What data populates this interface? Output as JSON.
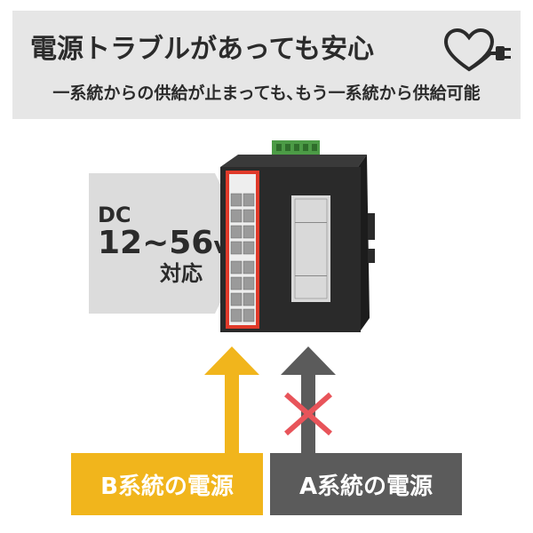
{
  "banner": {
    "headline": "電源トラブルがあっても安心",
    "subline": "一系統からの供給が止まっても､もう一系統から供給可能",
    "icon": "heart-plug-icon"
  },
  "spec": {
    "line1": "DC",
    "voltage": "12~56",
    "unit": "v",
    "line3": "対応"
  },
  "device": {
    "icon": "industrial-ethernet-switch-icon"
  },
  "sources": {
    "b_label": "B系統の電源",
    "a_label": "A系統の電源",
    "b_color": "#f1b51c",
    "a_color": "#5b5b5b",
    "blocked_mark_color": "#e8545a"
  }
}
